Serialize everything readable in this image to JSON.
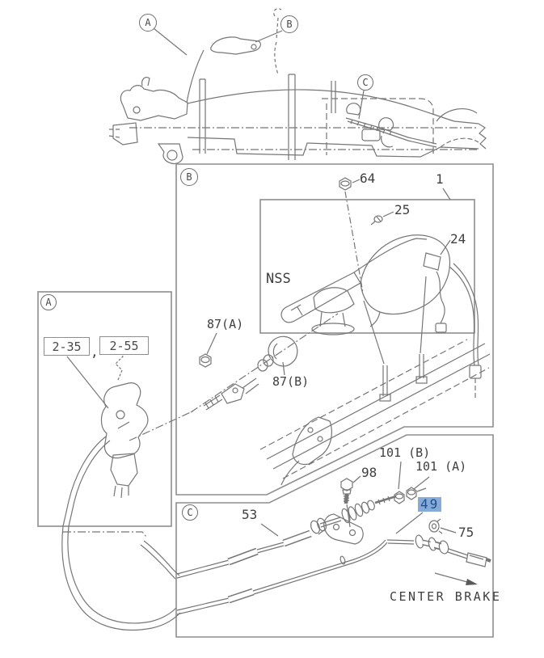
{
  "colors": {
    "line": "#767676",
    "box_border": "#8e8e8e",
    "label_text": "#3f3f3f",
    "highlight_bg": "#86abd7",
    "highlight_text": "#1d4d92"
  },
  "callouts": {
    "top_a": "A",
    "top_b": "B",
    "top_c": "C",
    "box_a": "A",
    "box_b": "B",
    "box_c": "C"
  },
  "box_a": {
    "ref_1": "2-35",
    "separator": ",",
    "ref_2": "2-55"
  },
  "box_b": {
    "part_64": "64",
    "part_1": "1",
    "part_25": "25",
    "part_24": "24",
    "nss": "NSS",
    "part_87a": "87(A)",
    "part_87b": "87(B)"
  },
  "box_c": {
    "part_98": "98",
    "part_101b": "101 (B)",
    "part_101a": "101 (A)",
    "part_53": "53",
    "part_49": "49",
    "part_75": "75",
    "note": "CENTER BRAKE"
  }
}
